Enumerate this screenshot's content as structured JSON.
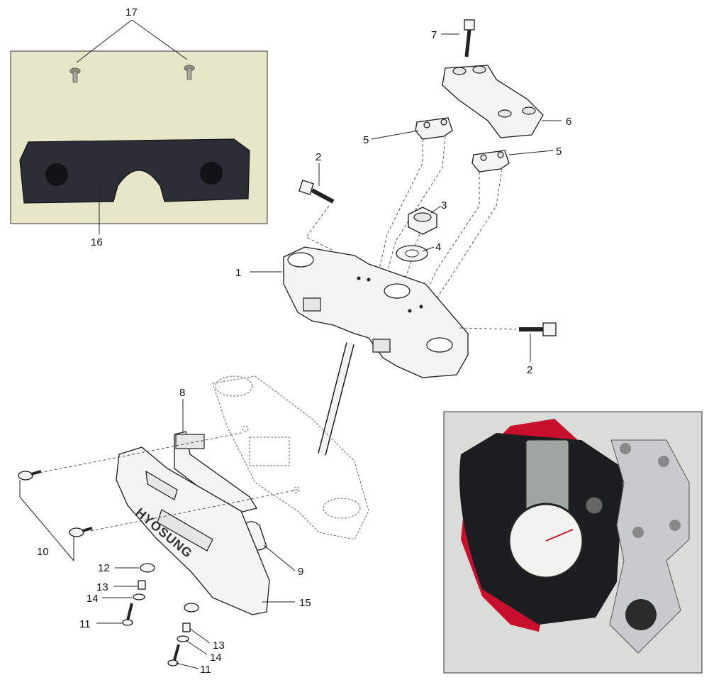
{
  "callouts": {
    "c1": "1",
    "c2a": "2",
    "c2b": "2",
    "c3": "3",
    "c4": "4",
    "c5a": "5",
    "c5b": "5",
    "c6": "6",
    "c7": "7",
    "c8": "8",
    "c9": "9",
    "c10": "10",
    "c11a": "11",
    "c11b": "11",
    "c12": "12",
    "c13a": "13",
    "c13b": "13",
    "c14a": "14",
    "c14b": "14",
    "c15": "15",
    "c16": "16",
    "c17": "17"
  },
  "cover_brand": "HYOSUNG",
  "colors": {
    "photo_bg_left": "#e8e6c8",
    "photo_cover": "#2a2d33",
    "photo_bg_right": "#d9dcd8",
    "dash_red": "#c8102e",
    "clamp_silver": "#c8cbcd"
  }
}
